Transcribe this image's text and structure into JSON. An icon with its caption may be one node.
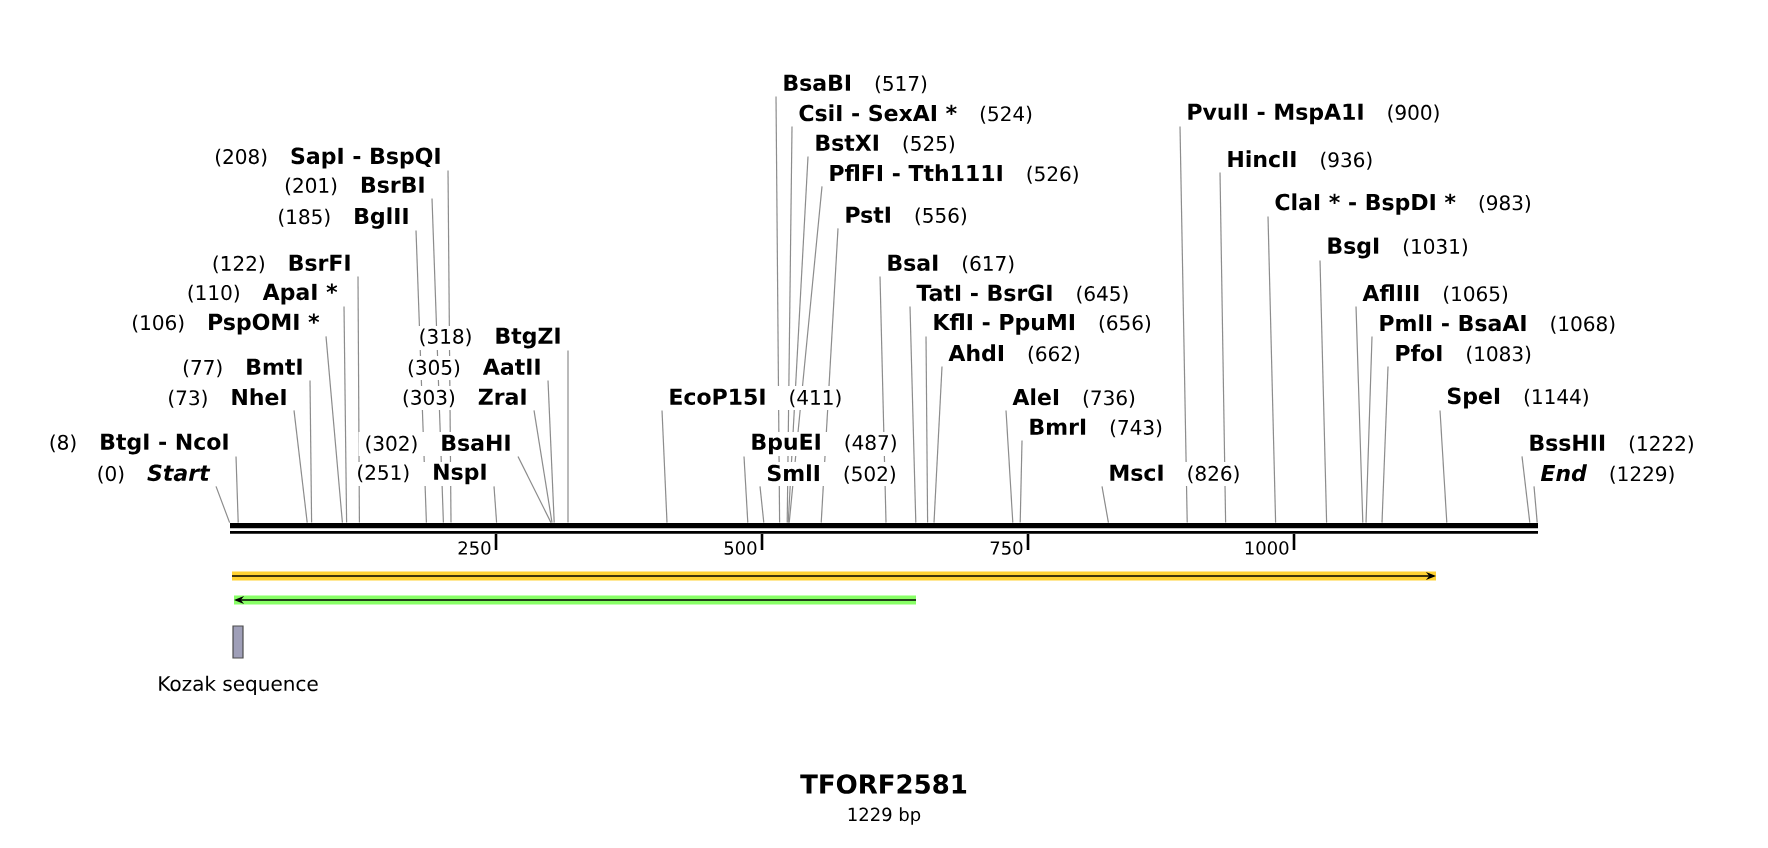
{
  "diagram": {
    "title": "TFORF2581",
    "caption": "1229 bp",
    "nodes": [
      {
        "text": [
          "(0)",
          "Start"
        ]
      },
      {
        "text": [
          "(8)",
          "BtgI - NcoI"
        ]
      },
      {
        "text": [
          "(73)",
          "NheI"
        ]
      },
      {
        "text": [
          "(77)",
          "BmtI"
        ]
      },
      {
        "text": [
          "(106)",
          "PspOMI *"
        ]
      },
      {
        "text": [
          "(110)",
          "ApaI *"
        ]
      },
      {
        "text": [
          "(122)",
          "BsrFI"
        ]
      },
      {
        "text": [
          "(185)",
          "BglII"
        ]
      },
      {
        "text": [
          "(201)",
          "BsrBI"
        ]
      },
      {
        "text": [
          "(208)",
          "SapI - BspQI"
        ]
      },
      {
        "text": [
          "(251)",
          "NspI"
        ]
      },
      {
        "text": [
          "(302)",
          "BsaHI"
        ]
      },
      {
        "text": [
          "(303)",
          "ZraI"
        ]
      },
      {
        "text": [
          "(305)",
          "AatII"
        ]
      },
      {
        "text": [
          "(318)",
          "BtgZI"
        ]
      },
      {
        "text": [
          "EcoP15I",
          "(411)"
        ]
      },
      {
        "text": [
          "BpuEI",
          "(487)"
        ]
      },
      {
        "text": [
          "SmlI",
          "(502)"
        ]
      },
      {
        "text": [
          "BsaBI",
          "(517)"
        ]
      },
      {
        "text": [
          "CsiI - SexAI *",
          "(524)"
        ]
      },
      {
        "text": [
          "BstXI",
          "(525)"
        ]
      },
      {
        "text": [
          "PflFI - Tth111I",
          "(526)"
        ]
      },
      {
        "text": [
          "PstI",
          "(556)"
        ]
      },
      {
        "text": [
          "BsaI",
          "(617)"
        ]
      },
      {
        "text": [
          "TatI - BsrGI",
          "(645)"
        ]
      },
      {
        "text": [
          "KflI - PpuMI",
          "(656)"
        ]
      },
      {
        "text": [
          "AhdI",
          "(662)"
        ]
      },
      {
        "text": [
          "AleI",
          "(736)"
        ]
      },
      {
        "text": [
          "BmrI",
          "(743)"
        ]
      },
      {
        "text": [
          "MscI",
          "(826)"
        ]
      },
      {
        "text": [
          "PvuII - MspA1I",
          "(900)"
        ]
      },
      {
        "text": [
          "HincII",
          "(936)"
        ]
      },
      {
        "text": [
          "ClaI * - BspDI *",
          "(983)"
        ]
      },
      {
        "text": [
          "BsgI",
          "(1031)"
        ]
      },
      {
        "text": [
          "AflIII",
          "(1065)"
        ]
      },
      {
        "text": [
          "PmlI - BsaAI",
          "(1068)"
        ]
      },
      {
        "text": [
          "PfoI",
          "(1083)"
        ]
      },
      {
        "text": [
          "SpeI",
          "(1144)"
        ]
      },
      {
        "text": [
          "BssHII",
          "(1222)"
        ]
      },
      {
        "text": [
          "End",
          "(1229)"
        ]
      },
      {
        "text": [],
        "shape": "bar"
      },
      {
        "text": [
          "Kozak sequence"
        ]
      }
    ],
    "edges": [
      {
        "from": 0,
        "to": 40,
        "arrow": "none"
      },
      {
        "from": 1,
        "to": 40,
        "arrow": "none"
      },
      {
        "from": 2,
        "to": 40,
        "arrow": "none"
      },
      {
        "from": 3,
        "to": 40,
        "arrow": "none"
      },
      {
        "from": 4,
        "to": 40,
        "arrow": "none"
      },
      {
        "from": 5,
        "to": 40,
        "arrow": "none"
      },
      {
        "from": 6,
        "to": 40,
        "arrow": "none"
      },
      {
        "from": 7,
        "to": 40,
        "arrow": "none"
      },
      {
        "from": 8,
        "to": 40,
        "arrow": "none"
      },
      {
        "from": 9,
        "to": 40,
        "arrow": "none"
      },
      {
        "from": 10,
        "to": 40,
        "arrow": "none"
      },
      {
        "from": 11,
        "to": 40,
        "arrow": "none"
      },
      {
        "from": 12,
        "to": 40,
        "arrow": "none"
      },
      {
        "from": 13,
        "to": 40,
        "arrow": "none"
      },
      {
        "from": 14,
        "to": 40,
        "arrow": "none"
      },
      {
        "from": 15,
        "to": 40,
        "arrow": "none"
      },
      {
        "from": 16,
        "to": 40,
        "arrow": "none"
      },
      {
        "from": 17,
        "to": 40,
        "arrow": "none"
      },
      {
        "from": 18,
        "to": 40,
        "arrow": "none"
      },
      {
        "from": 19,
        "to": 40,
        "arrow": "none"
      },
      {
        "from": 20,
        "to": 40,
        "arrow": "none"
      },
      {
        "from": 21,
        "to": 40,
        "arrow": "none"
      },
      {
        "from": 22,
        "to": 40,
        "arrow": "none"
      },
      {
        "from": 23,
        "to": 40,
        "arrow": "none"
      },
      {
        "from": 24,
        "to": 40,
        "arrow": "none"
      },
      {
        "from": 25,
        "to": 40,
        "arrow": "none"
      },
      {
        "from": 26,
        "to": 40,
        "arrow": "none"
      },
      {
        "from": 27,
        "to": 40,
        "arrow": "none"
      },
      {
        "from": 28,
        "to": 40,
        "arrow": "none"
      },
      {
        "from": 29,
        "to": 40,
        "arrow": "none"
      },
      {
        "from": 30,
        "to": 40,
        "arrow": "none"
      },
      {
        "from": 31,
        "to": 40,
        "arrow": "none"
      },
      {
        "from": 32,
        "to": 40,
        "arrow": "none"
      },
      {
        "from": 33,
        "to": 40,
        "arrow": "none"
      },
      {
        "from": 34,
        "to": 40,
        "arrow": "none"
      },
      {
        "from": 35,
        "to": 40,
        "arrow": "none"
      },
      {
        "from": 36,
        "to": 40,
        "arrow": "none"
      },
      {
        "from": 37,
        "to": 40,
        "arrow": "none"
      },
      {
        "from": 38,
        "to": 40,
        "arrow": "none"
      },
      {
        "from": 39,
        "to": 40,
        "arrow": "none"
      }
    ],
    "labels": [
      "250",
      "500",
      "750",
      "1000"
    ]
  }
}
